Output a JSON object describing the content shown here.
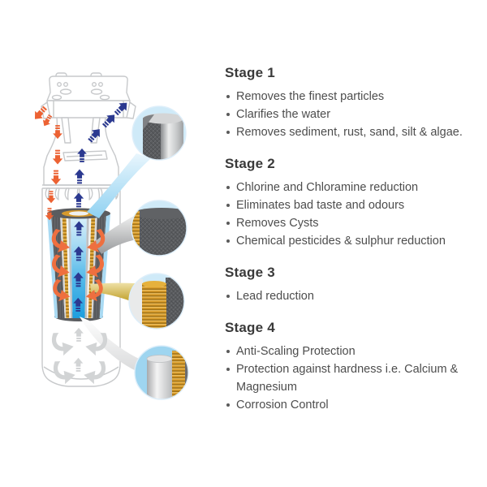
{
  "diagram": {
    "description": "4-stage inline water filter cutaway",
    "icons": [
      "filter-housing-outline",
      "mounting-bracket",
      "inlet-flow-arrows-orange",
      "outlet-flow-arrows-blue",
      "cartridge-cross-section",
      "callout-lens-stage1-sediment-layer",
      "callout-lens-stage2-carbon-block",
      "callout-lens-stage3-lead-media-coil",
      "callout-lens-stage4-scale-inhibitor-core"
    ],
    "colors": {
      "inlet_arrow_orange": "#ec6233",
      "outlet_arrow_blue": "#2b3990",
      "water_core_blue": "#1d9ede",
      "carbon_gray": "#56585b",
      "media_gold": "#d79a2c",
      "housing_outline_gray": "#c7c9cb",
      "callout_wedge_blue": "#8fd1f1",
      "callout_wedge_gray": "#97999b",
      "callout_wedge_gold": "#c2a02a",
      "callout_wedge_white": "#e2e3e4"
    }
  },
  "stages": [
    {
      "title": "Stage 1",
      "items": [
        "Removes the finest particles",
        "Clarifies the water",
        "Removes sediment, rust, sand, silt & algae."
      ]
    },
    {
      "title": "Stage 2",
      "items": [
        "Chlorine and Chloramine reduction",
        "Eliminates bad taste and odours",
        "Removes Cysts",
        "Chemical pesticides & sulphur reduction"
      ]
    },
    {
      "title": "Stage 3",
      "items": [
        "Lead reduction"
      ]
    },
    {
      "title": "Stage 4",
      "items": [
        "Anti-Scaling Protection",
        "Protection against hardness i.e. Calcium & Magnesium",
        "Corrosion Control"
      ]
    }
  ]
}
